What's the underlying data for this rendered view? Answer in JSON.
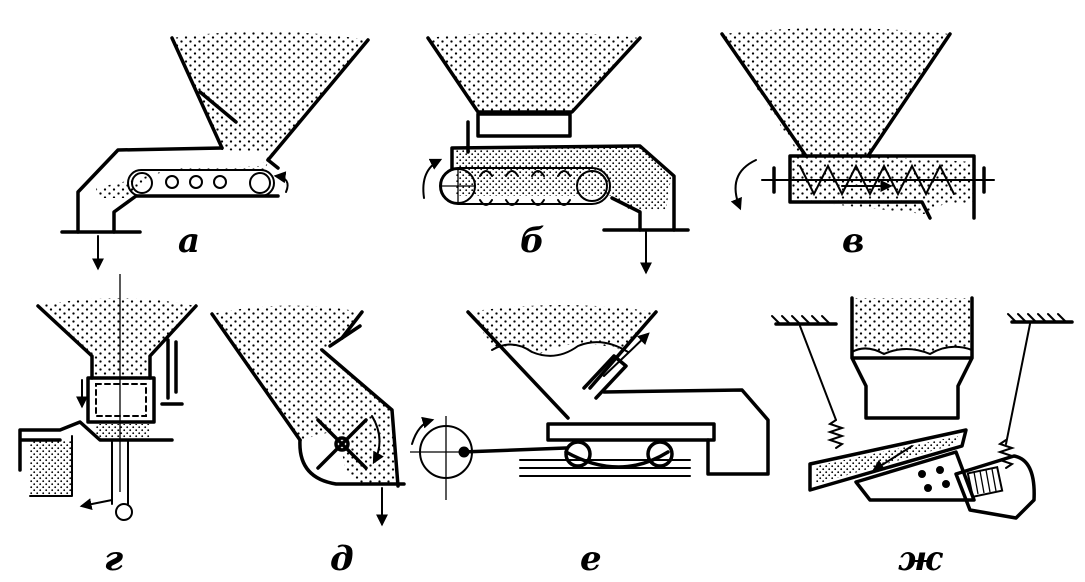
{
  "labels": {
    "a": "а",
    "b": "б",
    "v": "в",
    "g": "г",
    "d": "д",
    "e": "е",
    "zh": "ж"
  },
  "colors": {
    "ink": "#000000",
    "paper": "#ffffff"
  }
}
